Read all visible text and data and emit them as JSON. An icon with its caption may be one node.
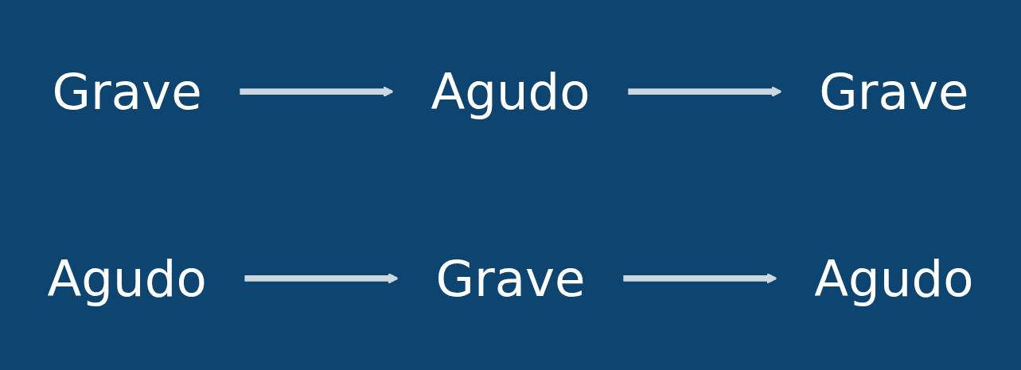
{
  "diagram": {
    "nodes": [
      {
        "text": [
          "Grave"
        ]
      },
      {
        "text": [
          "Agudo"
        ]
      },
      {
        "text": [
          "Agudo"
        ]
      },
      {
        "text": [
          "Grave"
        ]
      },
      {
        "text": [
          "Grave"
        ]
      },
      {
        "text": [
          "Agudo"
        ]
      }
    ],
    "edges": [
      {
        "from": 0,
        "to": 2,
        "arrow": "to"
      },
      {
        "from": 1,
        "to": 3,
        "arrow": "to"
      },
      {
        "from": 2,
        "to": 4,
        "arrow": "to"
      },
      {
        "from": 3,
        "to": 5,
        "arrow": "to"
      }
    ]
  }
}
